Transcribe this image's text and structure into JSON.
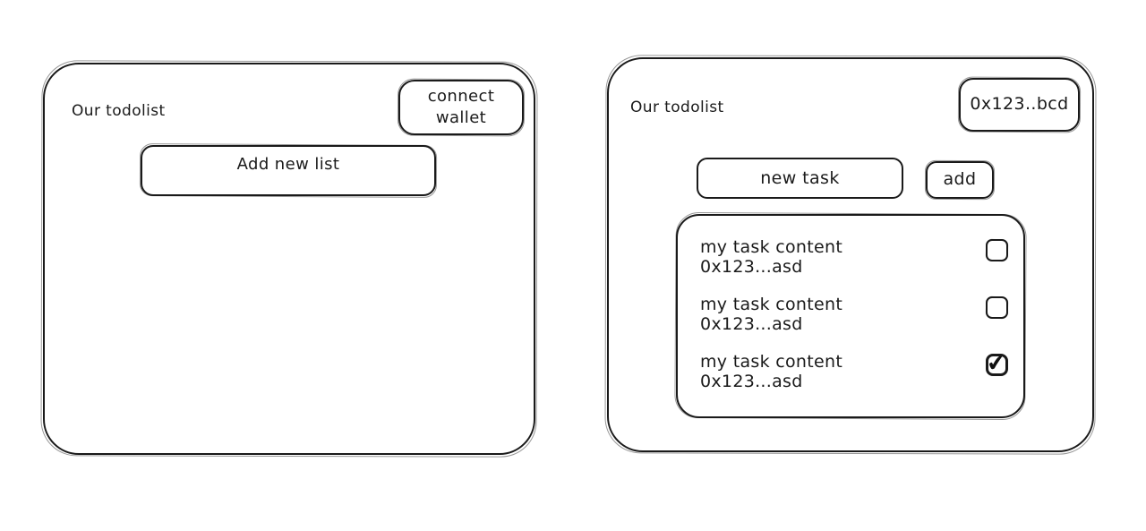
{
  "page": {
    "background": "#ffffff",
    "stroke_color": "#1a1a1a"
  },
  "left_panel": {
    "title": "Our todolist",
    "connect_wallet_button": {
      "label": "connect wallet"
    },
    "add_new_list_box": {
      "label": "Add new list"
    }
  },
  "right_panel": {
    "title": "Our todolist",
    "wallet_address_button": {
      "label": "0x123..bcd"
    },
    "new_task_input": {
      "value": "new task"
    },
    "add_button": {
      "label": "add"
    },
    "task_list": {
      "tasks": [
        {
          "content": "my task content",
          "address": "0x123...asd",
          "checked": false,
          "check_glyph": ""
        },
        {
          "content": "my task content",
          "address": "0x123...asd",
          "checked": false,
          "check_glyph": ""
        },
        {
          "content": "my task content",
          "address": "0x123...asd",
          "checked": true,
          "check_glyph": "✔"
        }
      ]
    }
  }
}
